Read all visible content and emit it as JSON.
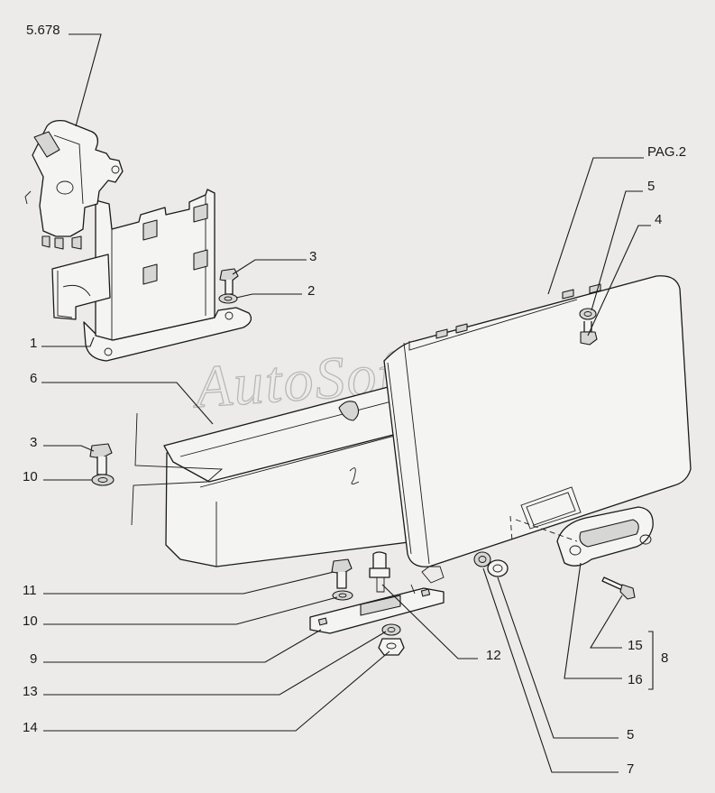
{
  "watermark": "AutoSoft",
  "labels": [
    {
      "id": "ref_5678",
      "text": "5.678"
    },
    {
      "id": "ref_pag2",
      "text": "PAG.2"
    },
    {
      "id": "n5_top",
      "text": "5"
    },
    {
      "id": "n4",
      "text": "4"
    },
    {
      "id": "n3_top",
      "text": "3"
    },
    {
      "id": "n2",
      "text": "2"
    },
    {
      "id": "n1",
      "text": "1"
    },
    {
      "id": "n6",
      "text": "6"
    },
    {
      "id": "n3_mid",
      "text": "3"
    },
    {
      "id": "n10_mid",
      "text": "10"
    },
    {
      "id": "n11",
      "text": "11"
    },
    {
      "id": "n10_low",
      "text": "10"
    },
    {
      "id": "n9",
      "text": "9"
    },
    {
      "id": "n12",
      "text": "12"
    },
    {
      "id": "n13",
      "text": "13"
    },
    {
      "id": "n14",
      "text": "14"
    },
    {
      "id": "n15",
      "text": "15"
    },
    {
      "id": "n8",
      "text": "8"
    },
    {
      "id": "n16",
      "text": "16"
    },
    {
      "id": "n5_low",
      "text": "5"
    },
    {
      "id": "n7",
      "text": "7"
    }
  ]
}
